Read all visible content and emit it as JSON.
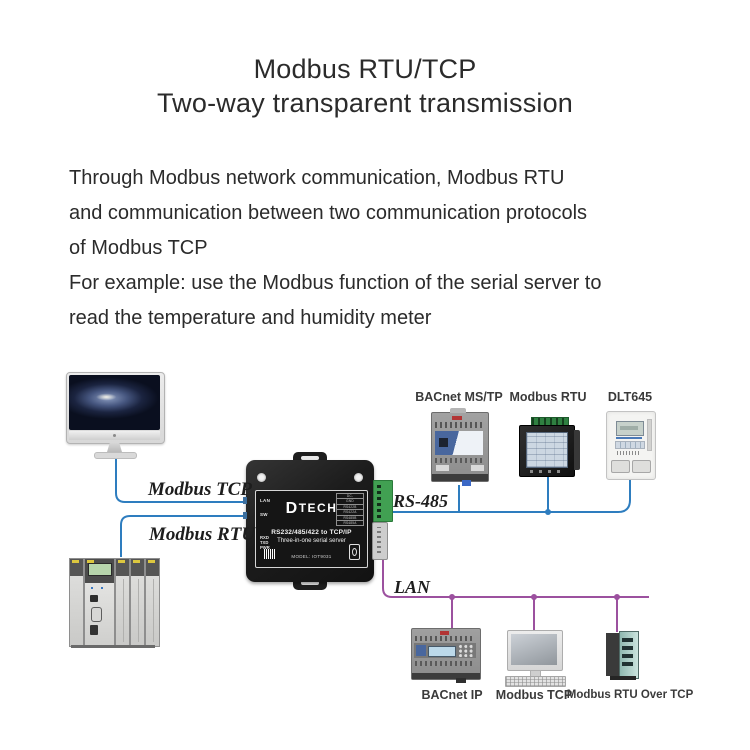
{
  "header": {
    "title_line1": "Modbus RTU/TCP",
    "title_line2": "Two-way transparent transmission"
  },
  "intro": {
    "lines": [
      "Through Modbus network communication, Modbus RTU",
      "and communication between two communication protocols",
      "of Modbus TCP",
      "For example: use the Modbus function of the serial server to",
      "read the temperature and humidity meter"
    ]
  },
  "diagram": {
    "colors": {
      "serial_bus": "#2e7dbf",
      "lan_bus": "#9c519f"
    },
    "bus_labels": {
      "modbus_tcp": "Modbus TCP",
      "modbus_rtu": "Modbus RTU",
      "rs485": "RS-485",
      "lan": "LAN"
    },
    "server": {
      "brand_d": "D",
      "brand_rest": "TECH",
      "port_lan": "LAN",
      "port_sw": "SW",
      "leds": [
        "RXD",
        "TXD",
        "PWR"
      ],
      "desc_line1": "RS232/485/422 to TCP/IP",
      "desc_line2": "Three-in-one serial server",
      "model": "MODEL: IOT9031",
      "terminals": [
        "DC-",
        "GND",
        "RS422B",
        "RS422A",
        "RS485B",
        "RS485A"
      ]
    },
    "serial_devices": [
      {
        "label": "BACnet MS/TP"
      },
      {
        "label": "Modbus RTU"
      },
      {
        "label": "DLT645"
      }
    ],
    "lan_devices": [
      {
        "label": "BACnet IP"
      },
      {
        "label": "Modbus TCP"
      },
      {
        "label": "Modbus RTU Over TCP"
      }
    ]
  }
}
